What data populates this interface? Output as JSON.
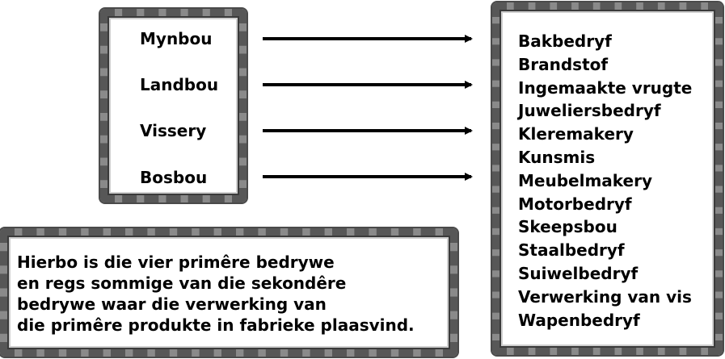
{
  "primary_industries": [
    "Mynbou",
    "Landbou",
    "Vissery",
    "Bosbou"
  ],
  "secondary_industries": [
    "Bakbedryf",
    "Brandstof",
    "Ingemaakte vrugte",
    "Juweliersbedryf",
    "Kleremakery",
    "Kunsmis",
    "Meubelmakery",
    "Motorbedryf",
    "Skeepsbou",
    "Staalbedryf",
    "Suiwelbedryf",
    "Verwerking van vis",
    "Wapenbedryf"
  ],
  "note_lines": [
    "Hierbo is die vier primêre bedrywe",
    "en regs sommige van die sekondêre",
    "bedrywe waar die verwerking van",
    "die primêre produkte in fabrieke plaasvind."
  ]
}
